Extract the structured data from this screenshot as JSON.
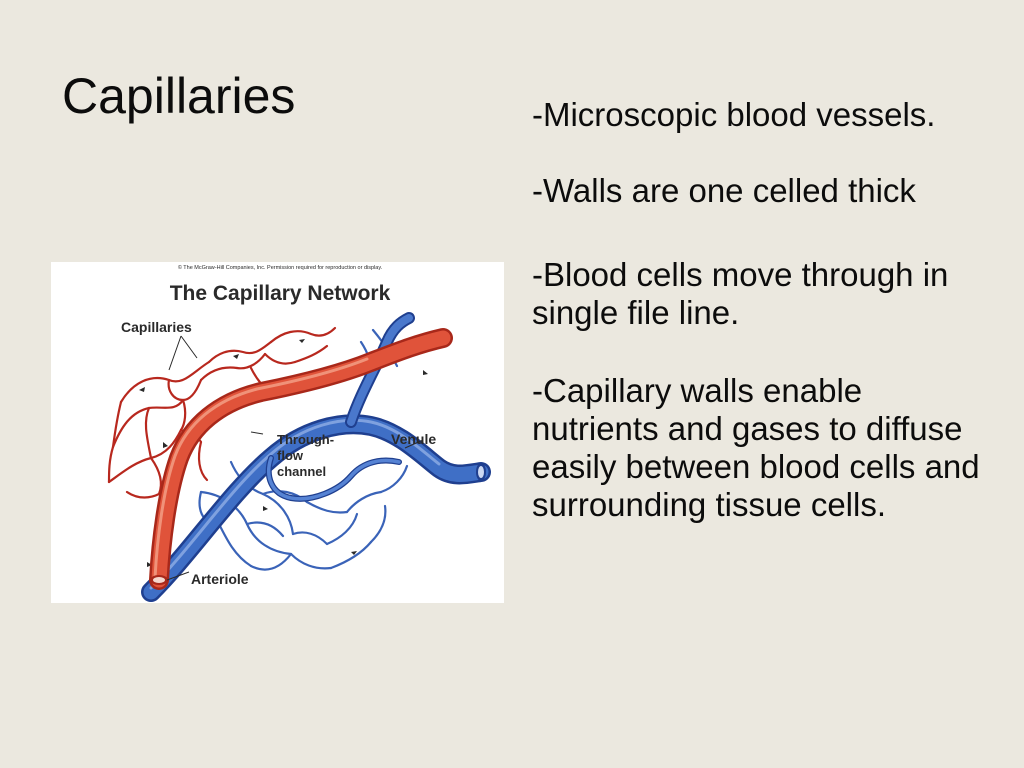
{
  "slide": {
    "title": "Capillaries",
    "bullets": [
      "-Microscopic blood vessels.",
      "-Walls are one celled thick",
      "-Blood cells move through in single file line.",
      "-Capillary walls enable nutrients and gases to diffuse easily between blood cells and surrounding tissue cells."
    ]
  },
  "figure": {
    "copyright": "© The McGraw-Hill Companies, Inc. Permission required for reproduction or display.",
    "heading": "The Capillary Network",
    "labels": {
      "capillaries": "Capillaries",
      "venule": "Venule",
      "through_flow_line1": "Through-",
      "through_flow_line2": "flow",
      "through_flow_line3": "channel",
      "arteriole": "Arteriole"
    }
  },
  "colors": {
    "background": "#ebe8df",
    "text": "#0c0c0c",
    "artery": "#e0533a",
    "artery_dark": "#a8281a",
    "vein": "#3f6fc6",
    "vein_dark": "#1f3f8f",
    "capillary_red": "#b8281e",
    "capillary_blue": "#3a63b8"
  }
}
